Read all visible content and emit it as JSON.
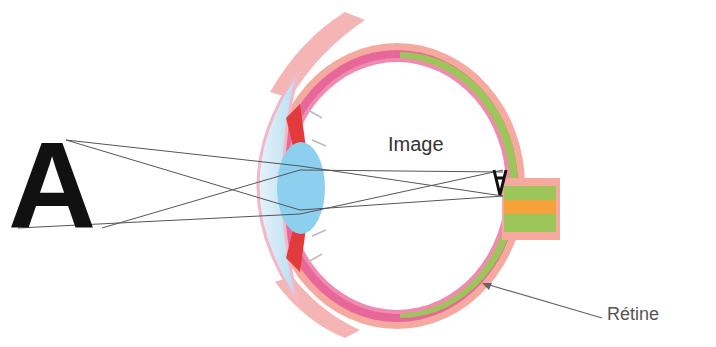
{
  "diagram": {
    "labels": [
      "A",
      "Image",
      "Rétine"
    ]
  }
}
